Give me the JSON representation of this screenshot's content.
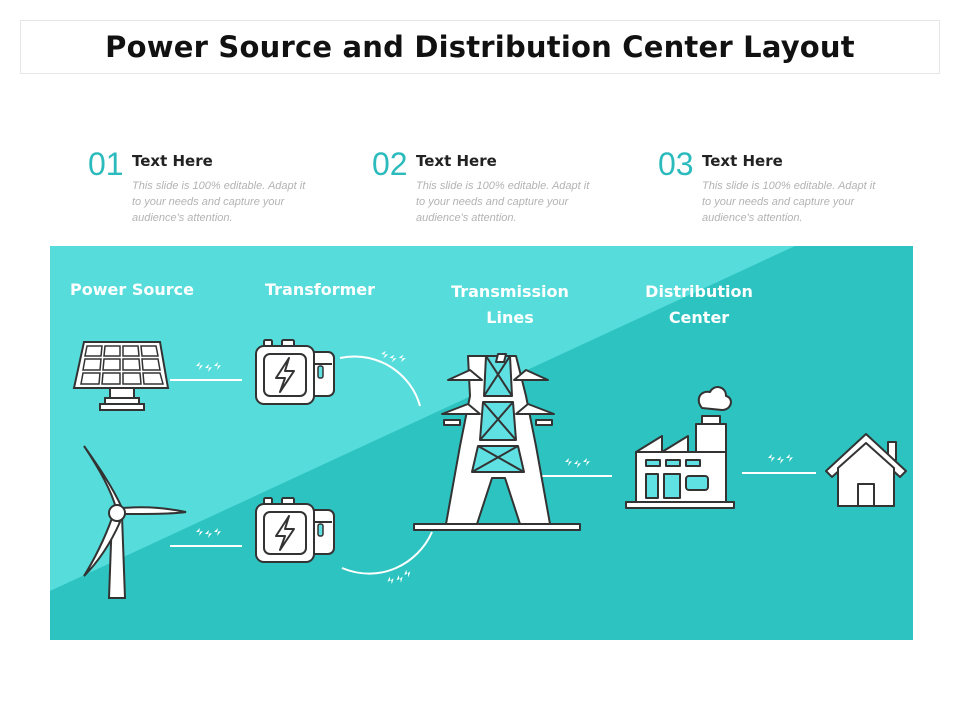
{
  "title": "Power Source and Distribution Center Layout",
  "steps": [
    {
      "number": "01",
      "heading": "Text Here",
      "description": "This slide is 100% editable. Adapt it to your needs and capture your audience's attention."
    },
    {
      "number": "02",
      "heading": "Text Here",
      "description": "This slide is 100% editable. Adapt it to your needs and capture your audience's attention."
    },
    {
      "number": "03",
      "heading": "Text Here",
      "description": "This slide is 100% editable. Adapt it to your needs and capture your audience's attention."
    }
  ],
  "diagram": {
    "labels": {
      "power_source": "Power Source",
      "transformer": "Transformer",
      "transmission_line1": "Transmission",
      "transmission_line2": "Lines",
      "distribution_line1": "Distribution",
      "distribution_line2": "Center"
    },
    "icons": [
      "solar-panel-icon",
      "wind-turbine-icon",
      "transformer-icon",
      "transmission-tower-icon",
      "factory-icon",
      "house-icon",
      "electricity-bolt-icon"
    ]
  },
  "colors": {
    "accent": "#2bbbbd",
    "panel_dark": "#2cc3c0",
    "panel_light": "#55dcdb",
    "fill_light": "#5fe0e3"
  }
}
